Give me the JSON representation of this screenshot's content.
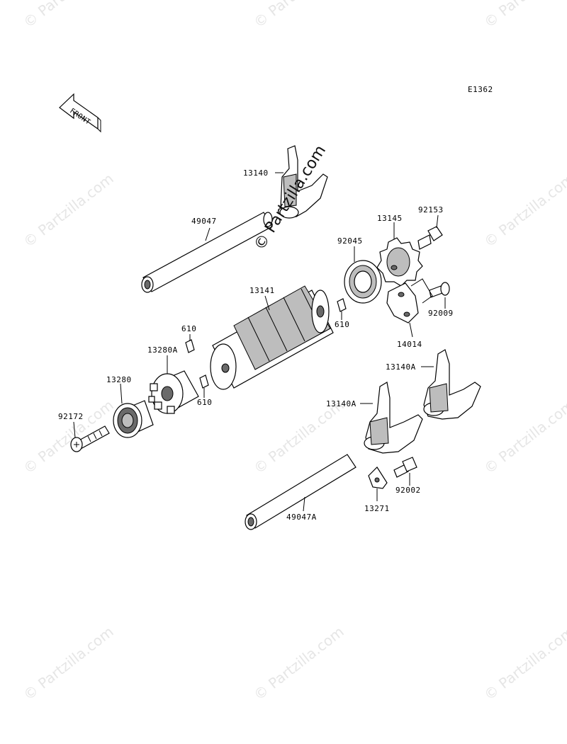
{
  "diagram_code": "E1362",
  "front_label": "FRONT",
  "watermark": {
    "main": "© Partzilla.com",
    "tile": "© Partzilla.com"
  },
  "parts": [
    {
      "id": "p13140",
      "label": "13140"
    },
    {
      "id": "p49047",
      "label": "49047"
    },
    {
      "id": "p13145",
      "label": "13145"
    },
    {
      "id": "p92153",
      "label": "92153"
    },
    {
      "id": "p92045",
      "label": "92045"
    },
    {
      "id": "p13141",
      "label": "13141"
    },
    {
      "id": "p92009",
      "label": "92009"
    },
    {
      "id": "p610a",
      "label": "610"
    },
    {
      "id": "p610b",
      "label": "610"
    },
    {
      "id": "p14014",
      "label": "14014"
    },
    {
      "id": "p13280A",
      "label": "13280A"
    },
    {
      "id": "p13140A1",
      "label": "13140A"
    },
    {
      "id": "p13280",
      "label": "13280"
    },
    {
      "id": "p610c",
      "label": "610"
    },
    {
      "id": "p13140A2",
      "label": "13140A"
    },
    {
      "id": "p92172",
      "label": "92172"
    },
    {
      "id": "p92002",
      "label": "92002"
    },
    {
      "id": "p13271",
      "label": "13271"
    },
    {
      "id": "p49047A",
      "label": "49047A"
    }
  ]
}
